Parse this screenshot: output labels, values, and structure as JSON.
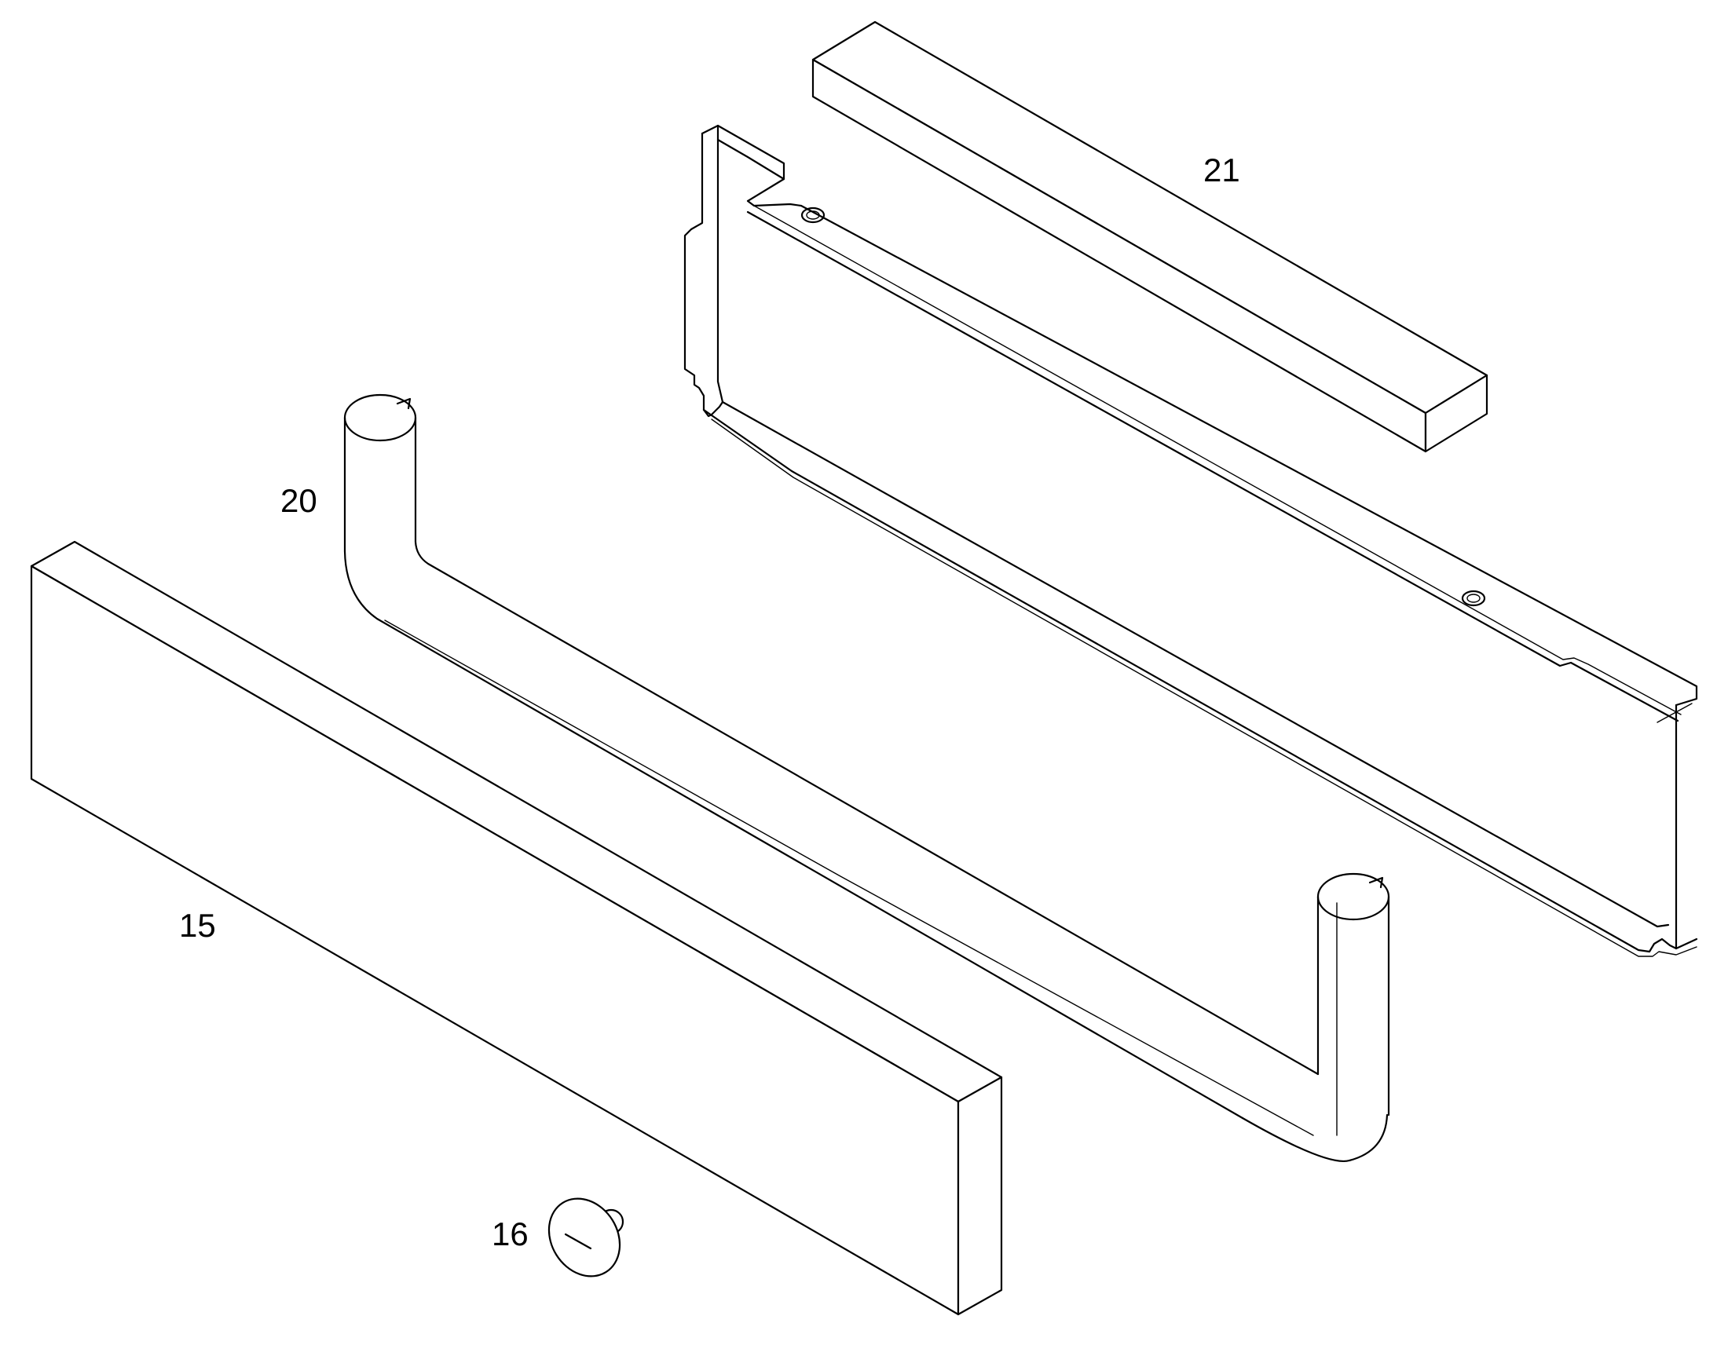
{
  "diagram": {
    "parts": [
      {
        "id": "21",
        "label": "21",
        "name": "upper-bar"
      },
      {
        "id": "20",
        "label": "20",
        "name": "u-handle"
      },
      {
        "id": "15",
        "label": "15",
        "name": "lower-bar"
      },
      {
        "id": "16",
        "label": "16",
        "name": "screw-cap"
      }
    ],
    "colors": {
      "line": "#000000",
      "background": "#ffffff"
    }
  }
}
